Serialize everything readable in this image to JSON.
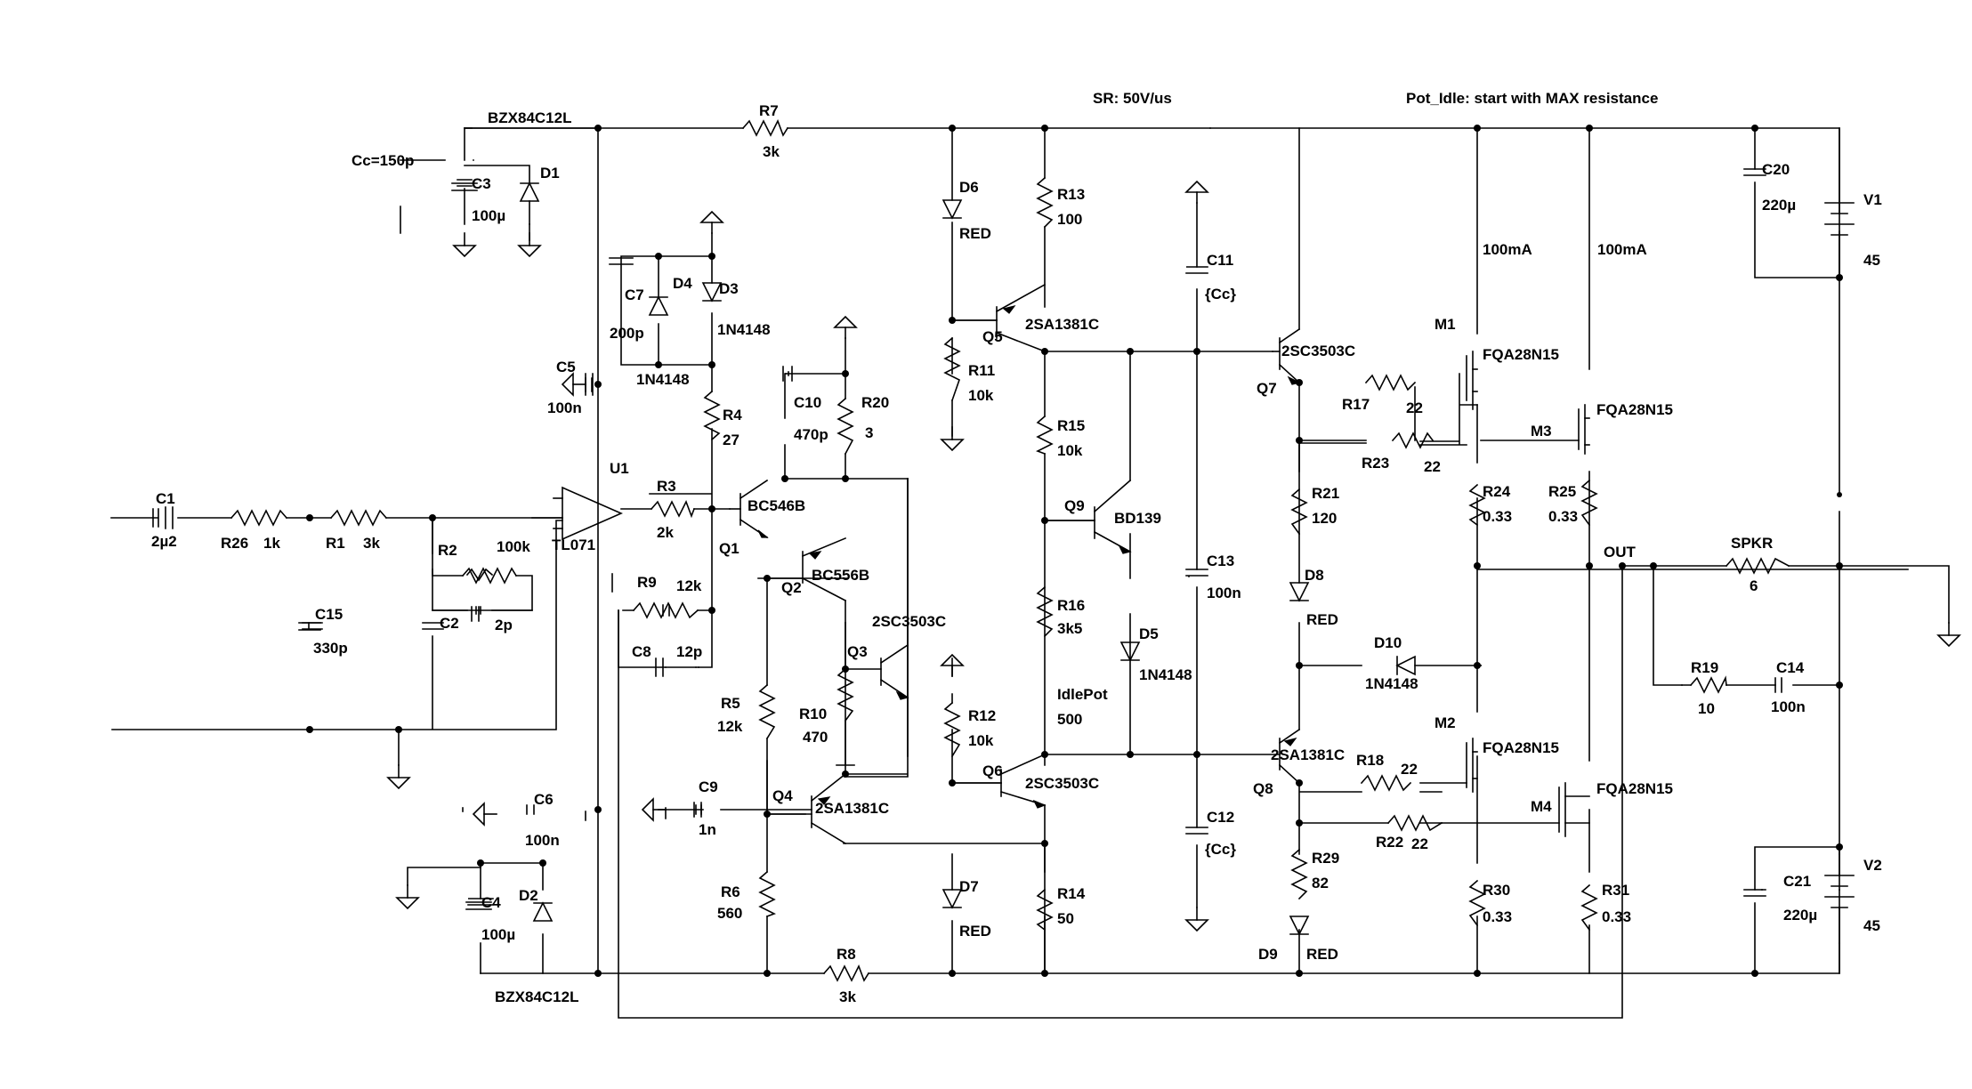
{
  "notes": {
    "cc": "Cc=150p",
    "slew_rate": "SR: 50V/us",
    "pot_idle": "Pot_Idle: start with MAX resistance"
  },
  "current_labels": [
    "100mA",
    "100mA"
  ],
  "labels": {
    "R1_name": "R1",
    "R1_val": "3k",
    "R2_name": "R2",
    "R2_val": "100k",
    "R3_name": "R3",
    "R3_val": "2k",
    "R4_name": "R4",
    "R4_val": "27",
    "R5_name": "R5",
    "R5_val": "12k",
    "R6_name": "R6",
    "R6_val": "560",
    "R7_name": "R7",
    "R7_val": "3k",
    "R8_name": "R8",
    "R8_val": "3k",
    "R9_name": "R9",
    "R9_val": "12k",
    "R10_name": "R10",
    "R10_val": "470",
    "R11_name": "R11",
    "R11_val": "10k",
    "R12_name": "R12",
    "R12_val": "10k",
    "R13_name": "R13",
    "R13_val": "100",
    "R14_name": "R14",
    "R14_val": "50",
    "R15_name": "R15",
    "R15_val": "10k",
    "R16_name": "R16",
    "R16_val": "3k5",
    "R17_name": "R17",
    "R17_val": "22",
    "R18_name": "R18",
    "R18_val": "22",
    "R19_name": "R19",
    "R19_val": "10",
    "R20_name": "R20",
    "R20_val": "3",
    "R21_name": "R21",
    "R21_val": "120",
    "R22_name": "R22",
    "R22_val": "22",
    "R23_name": "R23",
    "R23_val": "22",
    "R24_name": "R24",
    "R24_val": "0.33",
    "R25_name": "R25",
    "R25_val": "0.33",
    "R26_name": "R26",
    "R26_val": "1k",
    "R29_name": "R29",
    "R29_val": "82",
    "R30_name": "R30",
    "R30_val": "0.33",
    "R31_name": "R31",
    "R31_val": "0.33",
    "IdlePot_name": "IdlePot",
    "IdlePot_val": "500",
    "SPKR_name": "SPKR",
    "SPKR_val": "6",
    "C1_name": "C1",
    "C1_val": "2µ2",
    "C2_name": "C2",
    "C2_val": "2p",
    "C3_name": "C3",
    "C3_val": "100µ",
    "C4_name": "C4",
    "C4_val": "100µ",
    "C5_name": "C5",
    "C5_val": "100n",
    "C6_name": "C6",
    "C6_val": "100n",
    "C7_name": "C7",
    "C7_val": "200p",
    "C8_name": "C8",
    "C8_val": "12p",
    "C9_name": "C9",
    "C9_val": "1n",
    "C10_name": "C10",
    "C10_val": "470p",
    "C11_name": "C11",
    "C11_val": "{Cc}",
    "C12_name": "C12",
    "C12_val": "{Cc}",
    "C13_name": "C13",
    "C13_val": "100n",
    "C14_name": "C14",
    "C14_val": "100n",
    "C15_name": "C15",
    "C15_val": "330p",
    "C20_name": "C20",
    "C20_val": "220µ",
    "C21_name": "C21",
    "C21_val": "220µ",
    "D1_name": "D1",
    "D1_val": "BZX84C12L",
    "D2_name": "D2",
    "D2_val": "BZX84C12L",
    "D3_name": "D3",
    "D3_val": "1N4148",
    "D4_name": "D4",
    "D4_val": "1N4148",
    "D5_name": "D5",
    "D5_val": "1N4148",
    "D6_name": "D6",
    "D6_val": "RED",
    "D7_name": "D7",
    "D7_val": "RED",
    "D8_name": "D8",
    "D8_val": "RED",
    "D9_name": "D9",
    "D9_val": "RED",
    "D10_name": "D10",
    "D10_val": "1N4148",
    "Q1_name": "Q1",
    "Q1_val": "BC546B",
    "Q2_name": "Q2",
    "Q2_val": "BC556B",
    "Q3_name": "Q3",
    "Q3_val": "2SC3503C",
    "Q4_name": "Q4",
    "Q4_val": "2SA1381C",
    "Q5_name": "Q5",
    "Q5_val": "2SA1381C",
    "Q6_name": "Q6",
    "Q6_val": "2SC3503C",
    "Q7_name": "Q7",
    "Q7_val": "2SC3503C",
    "Q8_name": "Q8",
    "Q8_val": "2SA1381C",
    "Q9_name": "Q9",
    "Q9_val": "BD139",
    "M1_name": "M1",
    "M1_val": "FQA28N15",
    "M2_name": "M2",
    "M2_val": "FQA28N15",
    "M3_name": "M3",
    "M3_val": "FQA28N15",
    "M4_name": "M4",
    "M4_val": "FQA28N15",
    "U1_name": "U1",
    "U1_val": "TL071",
    "V1_name": "V1",
    "V1_val": "45",
    "V2_name": "V2",
    "V2_val": "45",
    "OUT": "OUT"
  }
}
